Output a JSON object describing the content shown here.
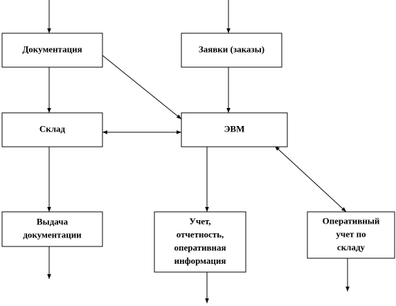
{
  "diagram": {
    "nodes": {
      "documentation": [
        "Документация"
      ],
      "requests": [
        "Заявки (заказы)"
      ],
      "warehouse": [
        "Склад"
      ],
      "computer": [
        "ЭВМ"
      ],
      "issue": [
        "Выдача",
        "документации"
      ],
      "accounting": [
        "Учет,",
        "отчетность,",
        "оперативная",
        "информация"
      ],
      "operational": [
        "Оперативный",
        "учет по",
        "складу"
      ]
    },
    "colors": {
      "stroke": "#000000",
      "background": "#ffffff"
    }
  }
}
